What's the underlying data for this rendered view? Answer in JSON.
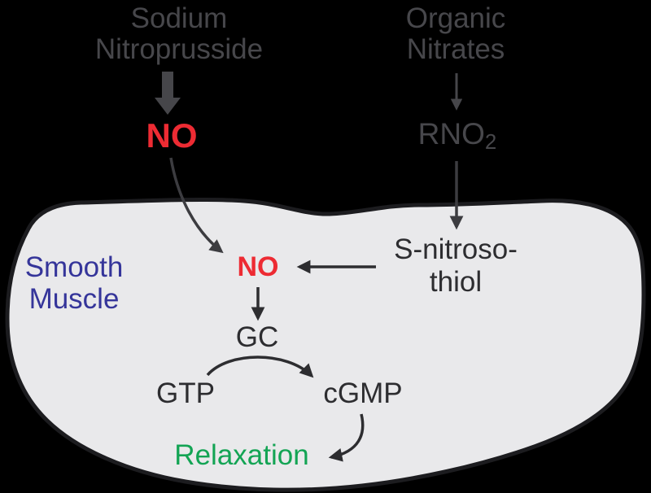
{
  "colors": {
    "background": "#000000",
    "cell-fill": "#e9e9eb",
    "cell-stroke": "#1c1c1f",
    "text-outside": "#47474b",
    "text-inside": "#2d2d30",
    "no-red": "#ed2b33",
    "muscle-blue": "#35359a",
    "relaxation-green": "#13a454",
    "arrow-outside": "#46464a",
    "arrow-crossing": "#3c3c40"
  },
  "nodes": {
    "sodium_nitroprusside": "Sodium\nNitroprusside",
    "organic_nitrates": "Organic\nNitrates",
    "no_extracellular": "NO",
    "rno2_main": "RNO",
    "rno2_sub": "2",
    "smooth_muscle": "Smooth\nMuscle",
    "no_intracellular": "NO",
    "s_nitrosothiol": "S-nitroso-\nthiol",
    "gc": "GC",
    "gtp": "GTP",
    "cgmp": "cGMP",
    "relaxation": "Relaxation"
  },
  "edges": [
    {
      "from": "Sodium Nitroprusside",
      "to": "NO (extracellular)",
      "style": "block-arrow"
    },
    {
      "from": "Organic Nitrates",
      "to": "RNO2",
      "style": "arrow"
    },
    {
      "from": "RNO2",
      "to": "S-nitroso-thiol",
      "style": "arrow"
    },
    {
      "from": "NO (extracellular)",
      "to": "NO (intracellular)",
      "style": "curved-arrow"
    },
    {
      "from": "S-nitroso-thiol",
      "to": "NO (intracellular)",
      "style": "arrow"
    },
    {
      "from": "NO (intracellular)",
      "to": "GC",
      "style": "arrow"
    },
    {
      "from": "GTP",
      "to": "cGMP",
      "via": "GC",
      "style": "curved-arrow"
    },
    {
      "from": "cGMP",
      "to": "Relaxation",
      "style": "curved-arrow"
    }
  ]
}
